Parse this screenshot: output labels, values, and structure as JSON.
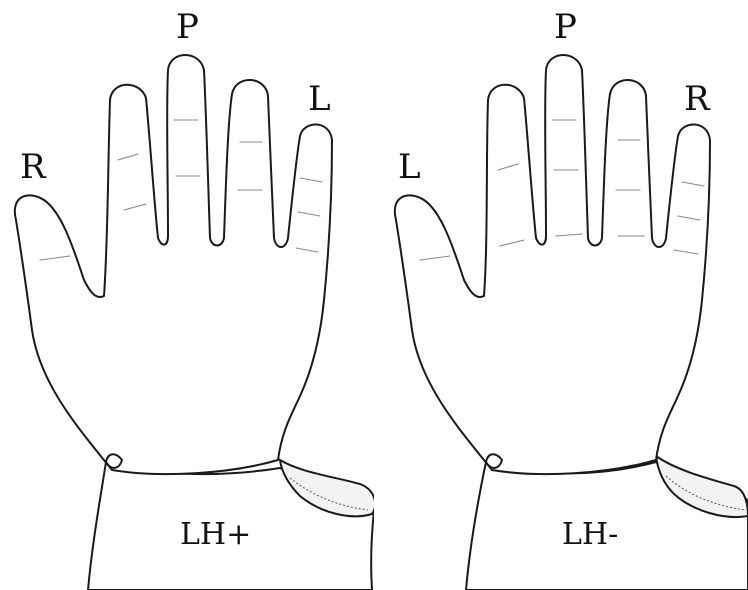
{
  "panels": [
    {
      "thumb_label": "R",
      "middle_label": "P",
      "little_label": "L",
      "caption": "LH+"
    },
    {
      "thumb_label": "L",
      "middle_label": "P",
      "little_label": "R",
      "caption": "LH-"
    }
  ]
}
